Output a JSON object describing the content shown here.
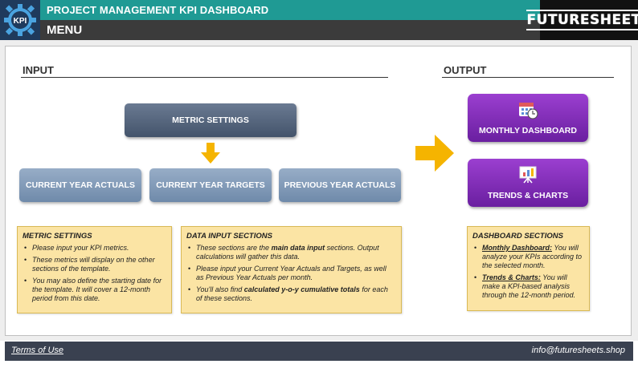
{
  "header": {
    "logo_text": "KPI",
    "title": "PROJECT MANAGEMENT KPI DASHBOARD",
    "menu_label": "MENU",
    "brand": "FUTURESHEETS"
  },
  "input": {
    "heading": "INPUT",
    "metric_settings_button": "METRIC SETTINGS",
    "current_actuals_button": "CURRENT YEAR ACTUALS",
    "current_targets_button": "CURRENT YEAR TARGETS",
    "previous_actuals_button": "PREVIOUS YEAR ACTUALS"
  },
  "output": {
    "heading": "OUTPUT",
    "monthly_dashboard_button": "MONTHLY DASHBOARD",
    "trends_charts_button": "TRENDS & CHARTS"
  },
  "notes": {
    "metric": {
      "title": "METRIC SETTINGS",
      "items": [
        "Please input your KPI metrics.",
        "These metrics will display on the other sections of the template.",
        "You may also define the starting date for the template. It will cover a 12-month period from this date."
      ]
    },
    "data": {
      "title": "DATA INPUT SECTIONS",
      "item1_a": "These sections are the ",
      "item1_b": "main data input",
      "item1_c": " sections. Output calculations will gather this data.",
      "item2": "Please input your Current Year Actuals and Targets, as well as Previous Year Actuals per month.",
      "item3_a": "You'll also find ",
      "item3_b": "calculated y-o-y cumulative totals",
      "item3_c": " for each of these sections."
    },
    "dashboard": {
      "title": "DASHBOARD SECTIONS",
      "item1_a": "Monthly Dashboard:",
      "item1_b": " You will analyze your KPIs according to the selected month.",
      "item2_a": "Trends & Charts:",
      "item2_b": " You will make a KPI-based analysis through the 12-month period."
    }
  },
  "footer": {
    "terms_link": "Terms of Use",
    "email": "info@futuresheets.shop"
  },
  "colors": {
    "title_teal": "#1f9a94",
    "menu_dark": "#3b3b3b",
    "button_dark": "#4f5f76",
    "button_blue": "#7f98b6",
    "button_purple": "#7b2cb5",
    "arrow_orange": "#f5b400",
    "note_yellow": "#fbe4a4",
    "footer_navy": "#3a4150"
  },
  "icons": {
    "logo": "kpi-gear-icon",
    "monthly": "calendar-clock-icon",
    "trends": "presentation-chart-icon",
    "down_arrow": "arrow-down-icon",
    "right_arrow": "arrow-right-icon"
  }
}
